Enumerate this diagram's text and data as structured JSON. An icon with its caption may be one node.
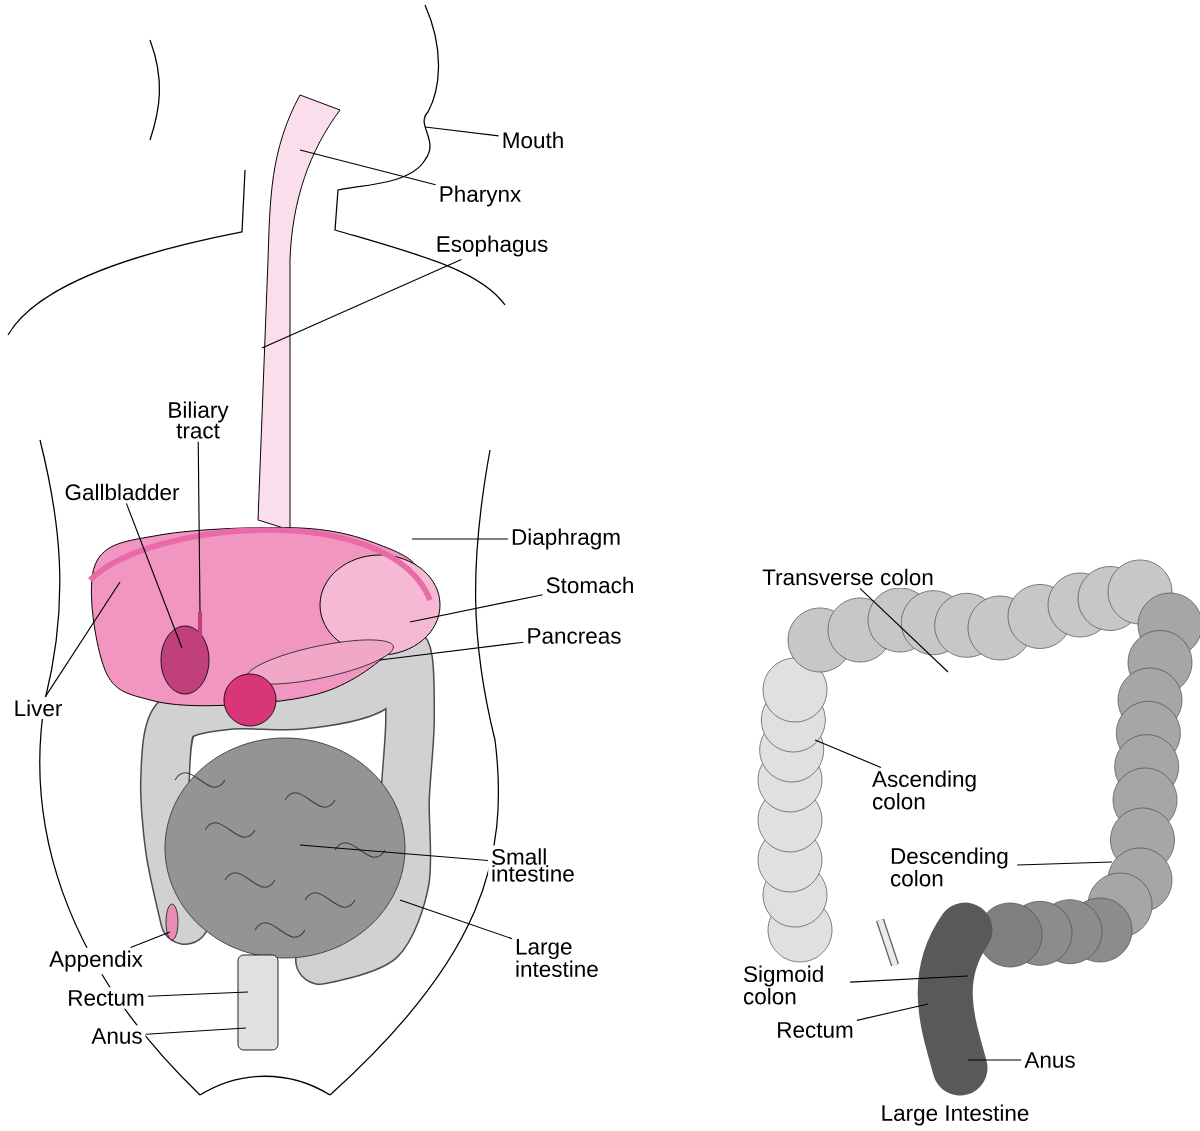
{
  "diagram": {
    "caption": "Large Intestine",
    "nodes": [
      {
        "text": [
          "Mouth"
        ]
      },
      {
        "text": [
          "Pharynx"
        ]
      },
      {
        "text": [
          "Esophagus"
        ]
      },
      {
        "text": [
          "Biliary tract"
        ]
      },
      {
        "text": [
          "Gallbladder"
        ]
      },
      {
        "text": [
          "Diaphragm"
        ]
      },
      {
        "text": [
          "Stomach"
        ]
      },
      {
        "text": [
          "Pancreas"
        ]
      },
      {
        "text": [
          "Liver"
        ]
      },
      {
        "text": [
          "Small intestine"
        ]
      },
      {
        "text": [
          "Large intestine"
        ]
      },
      {
        "text": [
          "Appendix"
        ]
      },
      {
        "text": [
          "Rectum"
        ]
      },
      {
        "text": [
          "Anus"
        ]
      },
      {
        "text": [
          "Transverse colon"
        ]
      },
      {
        "text": [
          "Ascending colon"
        ]
      },
      {
        "text": [
          "Descending colon"
        ]
      },
      {
        "text": [
          "Sigmoid colon"
        ]
      },
      {
        "text": [
          "Rectum"
        ]
      },
      {
        "text": [
          "Anus"
        ]
      }
    ],
    "edges": [
      {
        "from": 0,
        "to": null,
        "arrow": "none"
      },
      {
        "from": 1,
        "to": null,
        "arrow": "none"
      },
      {
        "from": 2,
        "to": null,
        "arrow": "none"
      },
      {
        "from": 3,
        "to": null,
        "arrow": "none"
      },
      {
        "from": 4,
        "to": null,
        "arrow": "none"
      },
      {
        "from": 5,
        "to": null,
        "arrow": "none"
      },
      {
        "from": 6,
        "to": null,
        "arrow": "none"
      },
      {
        "from": 7,
        "to": null,
        "arrow": "none"
      },
      {
        "from": 8,
        "to": null,
        "arrow": "none"
      },
      {
        "from": 9,
        "to": null,
        "arrow": "none"
      },
      {
        "from": 10,
        "to": null,
        "arrow": "none"
      },
      {
        "from": 11,
        "to": null,
        "arrow": "none"
      },
      {
        "from": 12,
        "to": null,
        "arrow": "none"
      },
      {
        "from": 13,
        "to": null,
        "arrow": "none"
      },
      {
        "from": 14,
        "to": null,
        "arrow": "none"
      },
      {
        "from": 15,
        "to": null,
        "arrow": "none"
      },
      {
        "from": 16,
        "to": null,
        "arrow": "none"
      },
      {
        "from": 17,
        "to": null,
        "arrow": "none"
      },
      {
        "from": 18,
        "to": null,
        "arrow": "none"
      },
      {
        "from": 19,
        "to": null,
        "arrow": "none"
      }
    ]
  }
}
